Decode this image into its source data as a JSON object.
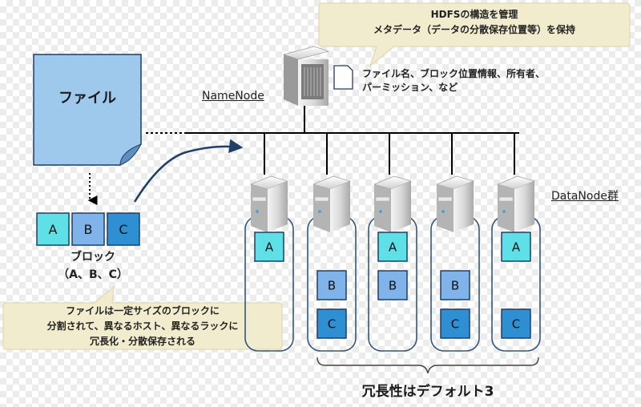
{
  "callout_top": {
    "line1": "HDFSの構造を管理",
    "line2": "メタデータ（データの分散保存位置等）を保持"
  },
  "metadata_note": {
    "line1": "ファイル名、ブロック位置情報、所有者、",
    "line2": "パーミッション、など"
  },
  "namenode_label": "NameNode",
  "datanode_label": "DataNode群",
  "file_label": "ファイル",
  "blocks": [
    "A",
    "B",
    "C"
  ],
  "block_caption": {
    "line1": "ブロック",
    "line2": "（A、B、C）"
  },
  "callout_bottom": {
    "line1": "ファイルは一定サイズのブロックに",
    "line2": "分割されて、異なるホスト、異なるラックに",
    "line3": "冗長化・分散保存される"
  },
  "datanodes": [
    {
      "blocks": [
        "A",
        "",
        ""
      ]
    },
    {
      "blocks": [
        "",
        "B",
        "C"
      ]
    },
    {
      "blocks": [
        "A",
        "B",
        ""
      ]
    },
    {
      "blocks": [
        "",
        "B",
        "C"
      ]
    },
    {
      "blocks": [
        "A",
        "",
        "C"
      ]
    }
  ],
  "replication_caption": "冗長性はデフォルト3",
  "colors": {
    "file_fill": "#9ec9ec",
    "block_a": "#5fe0e6",
    "block_b": "#7fb3ea",
    "block_c": "#2f8fd3",
    "callout": "#f2eccf",
    "container_border": "#34567e"
  }
}
